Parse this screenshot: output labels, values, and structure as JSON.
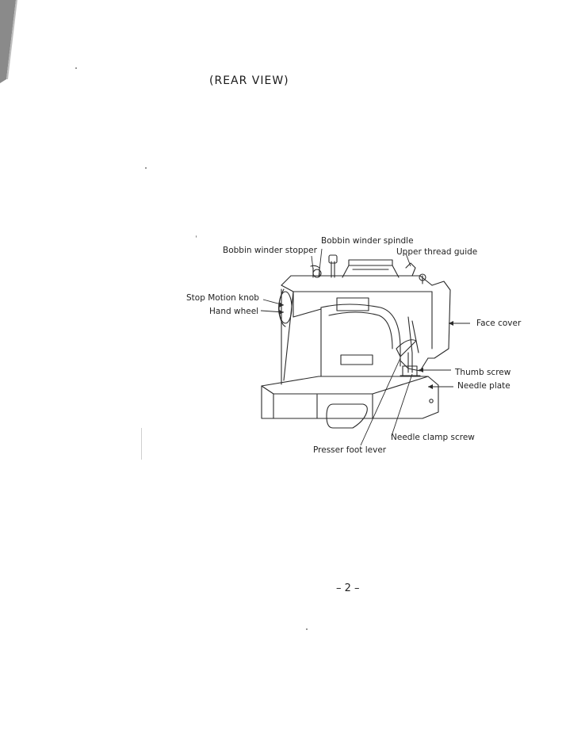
{
  "heading": "(REAR VIEW)",
  "labels": {
    "bobbin_winder_spindle": "Bobbin winder spindle",
    "bobbin_winder_stopper": "Bobbin winder stopper",
    "upper_thread_guide": "Upper thread guide",
    "stop_motion_knob": "Stop Motion knob",
    "hand_wheel": "Hand wheel",
    "face_cover": "Face cover",
    "thumb_screw": "Thumb screw",
    "needle_plate": "Needle plate",
    "needle_clamp_screw": "Needle clamp screw",
    "presser_foot_lever": "Presser foot lever"
  },
  "page_number": "– 2 –"
}
